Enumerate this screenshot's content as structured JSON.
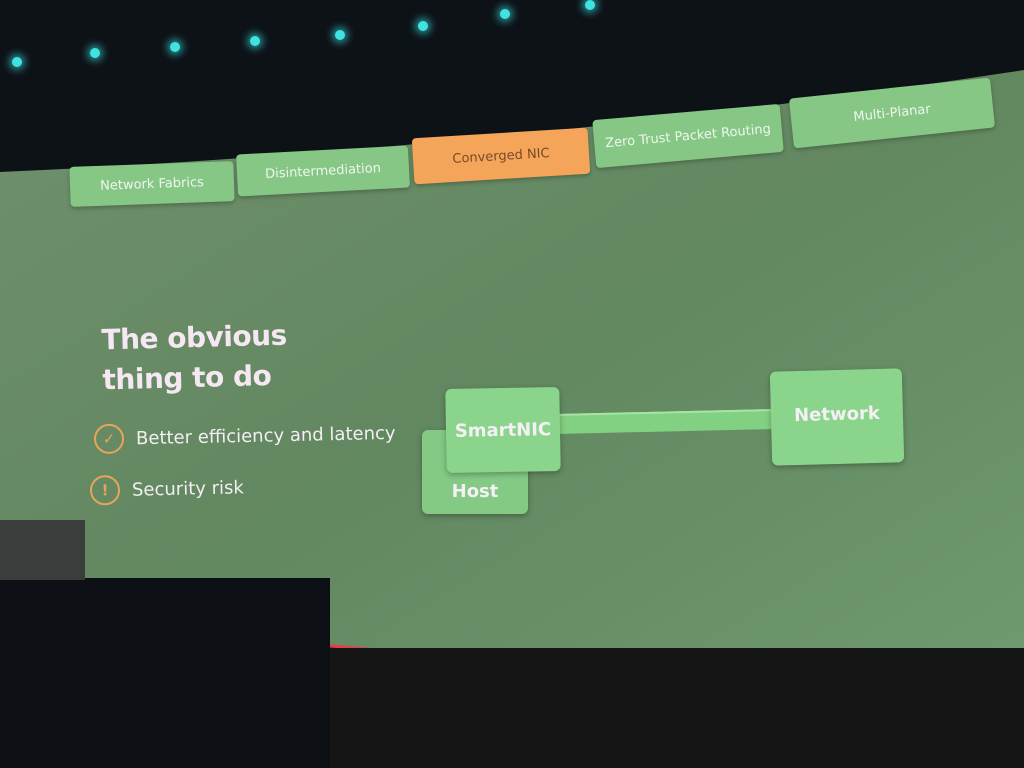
{
  "nav_tabs": [
    {
      "label": "Network Fabrics",
      "active": false
    },
    {
      "label": "Disintermediation",
      "active": false
    },
    {
      "label": "Converged NIC",
      "active": true
    },
    {
      "label": "Zero Trust Packet Routing",
      "active": false
    },
    {
      "label": "Multi-Planar",
      "active": false
    }
  ],
  "slide": {
    "title_line1": "The obvious",
    "title_line2": "thing to do",
    "bullets": [
      {
        "icon": "check-circle-icon",
        "glyph": "✓",
        "text": "Better efficiency and latency"
      },
      {
        "icon": "exclamation-circle-icon",
        "glyph": "!",
        "text": "Security risk"
      }
    ],
    "diagram": {
      "host": "Host",
      "smartnic": "SmartNIC",
      "network": "Network"
    }
  },
  "colors": {
    "screen": "#6a8d6a",
    "tab": "#86c786",
    "active_tab": "#f4a55a",
    "accent": "#e8a55a",
    "box": "#8bd48b"
  }
}
